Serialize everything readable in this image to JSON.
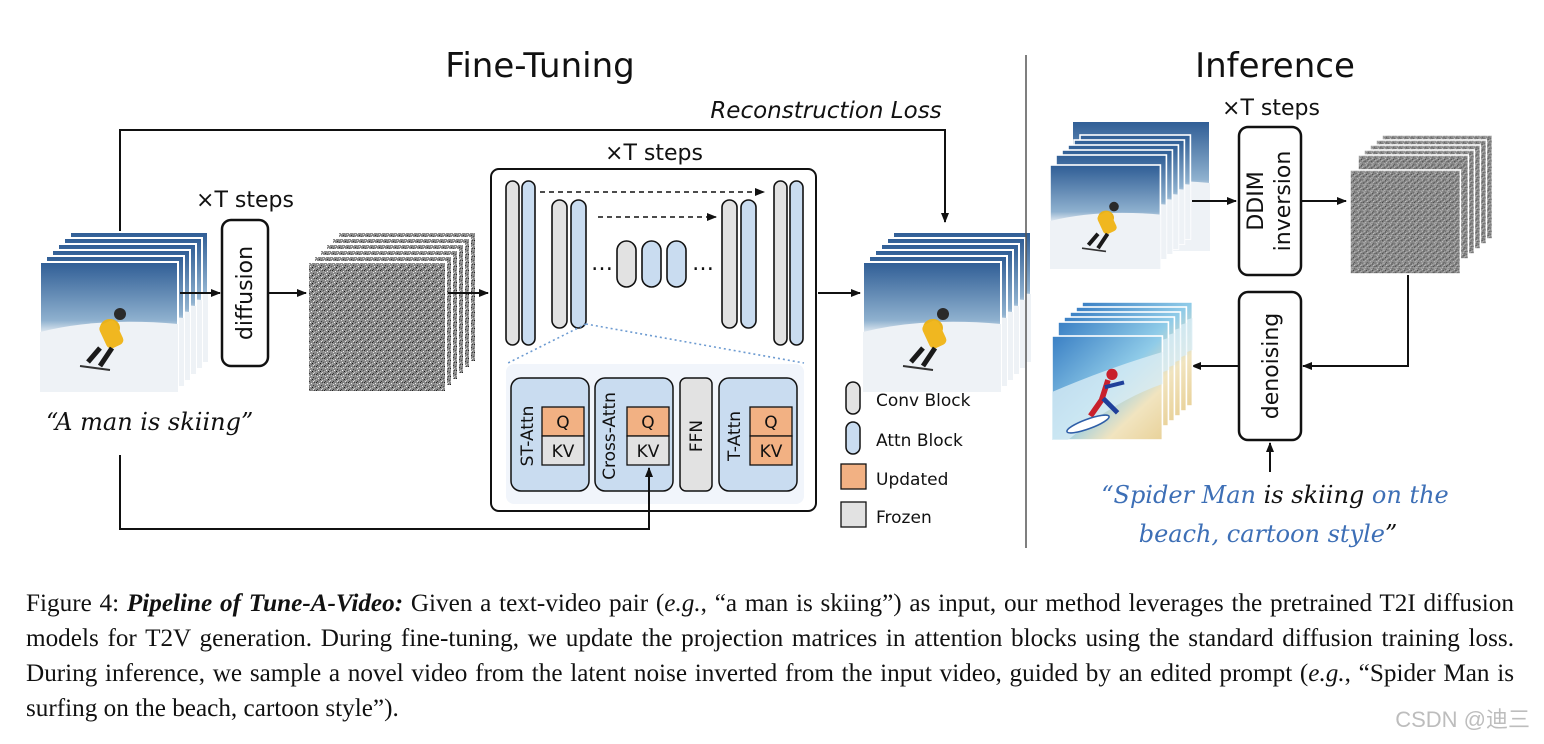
{
  "fine_tuning": {
    "title": "Fine-Tuning",
    "recon_loss": "Reconstruction Loss",
    "diffusion_steps": "×T steps",
    "unet_steps": "×T steps",
    "diffusion_label": "diffusion",
    "prompt": "“A man is skiing”",
    "ellipsis": "…",
    "blocks": {
      "st_attn": "ST-Attn",
      "cross_attn": "Cross-Attn",
      "ffn": "FFN",
      "t_attn": "T-Attn",
      "q": "Q",
      "kv": "KV"
    }
  },
  "legend": {
    "conv_block": "Conv Block",
    "attn_block": "Attn Block",
    "updated": "Updated",
    "frozen": "Frozen"
  },
  "inference": {
    "title": "Inference",
    "steps": "×T steps",
    "ddim_line1": "DDIM",
    "ddim_line2": "inversion",
    "denoising": "denoising",
    "prompt_line1_a": "“Spider Man ",
    "prompt_line1_b": "is skiing",
    "prompt_line1_c": " on the",
    "prompt_line2": "beach, cartoon style",
    "prompt_close": "”"
  },
  "colors": {
    "attn_blue": "#c9dcf0",
    "updated_orange": "#f2b183",
    "frozen_gray": "#e2e2e2",
    "prompt_blue": "#3d6fb6"
  },
  "caption": {
    "label": "Figure 4:",
    "title": "Pipeline of Tune-A-Video:",
    "t1": "Given a text-video pair (",
    "eg1": "e.g.",
    "t2": ", “a man is skiing”) as input, our method leverages the pretrained T2I diffusion models for T2V generation.  During fine-tuning, we update the projection matrices in attention blocks using the standard diffusion training loss. During inference, we sample a novel video from the latent noise inverted from the input video, guided by an edited prompt (",
    "eg2": "e.g.",
    "t3": ", “Spider Man is surfing on the beach, cartoon style”)."
  },
  "watermark": "CSDN @迪三"
}
